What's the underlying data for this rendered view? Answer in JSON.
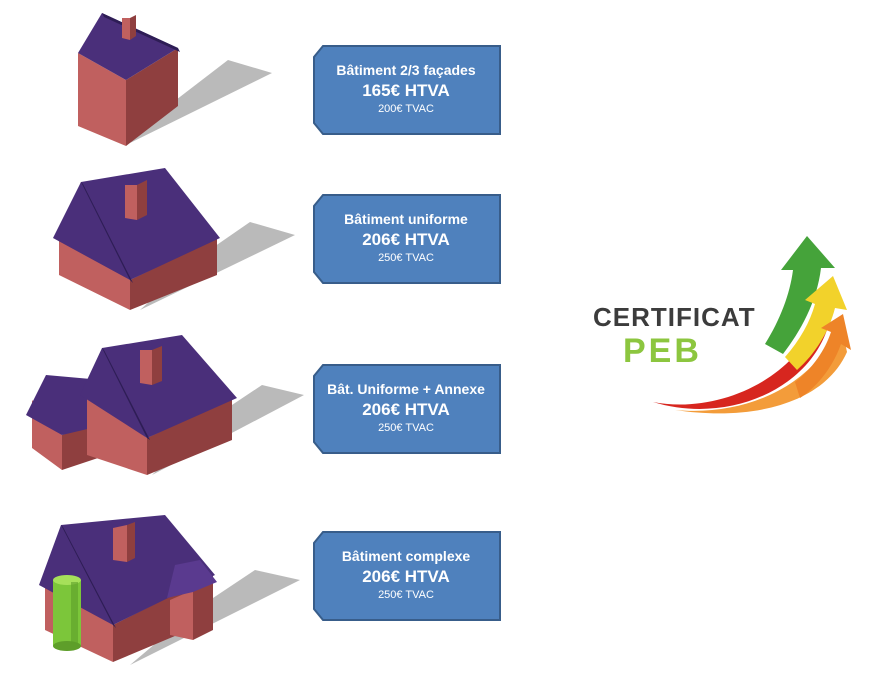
{
  "offers": [
    {
      "name": "Bâtiment 2/3 façades",
      "price_htva": "165€ HTVA",
      "price_tvac": "200€ TVAC"
    },
    {
      "name": "Bâtiment uniforme",
      "price_htva": "206€ HTVA",
      "price_tvac": "250€ TVAC"
    },
    {
      "name": "Bât. Uniforme + Annexe",
      "price_htva": "206€ HTVA",
      "price_tvac": "250€ TVAC"
    },
    {
      "name": "Bâtiment complexe",
      "price_htva": "206€ HTVA",
      "price_tvac": "250€ TVAC"
    }
  ],
  "logo": {
    "line1": "CERTIFICAT",
    "line2": "PEB"
  },
  "colors": {
    "box_fill": "#4f81bd",
    "box_border": "#385d8a",
    "wall": "#c0605f",
    "wall_dark": "#8f3f3f",
    "roof": "#4a2f7a",
    "tank": "#7cc63a",
    "logo_text": "#3c3c3c",
    "logo_green": "#8cc63f"
  }
}
